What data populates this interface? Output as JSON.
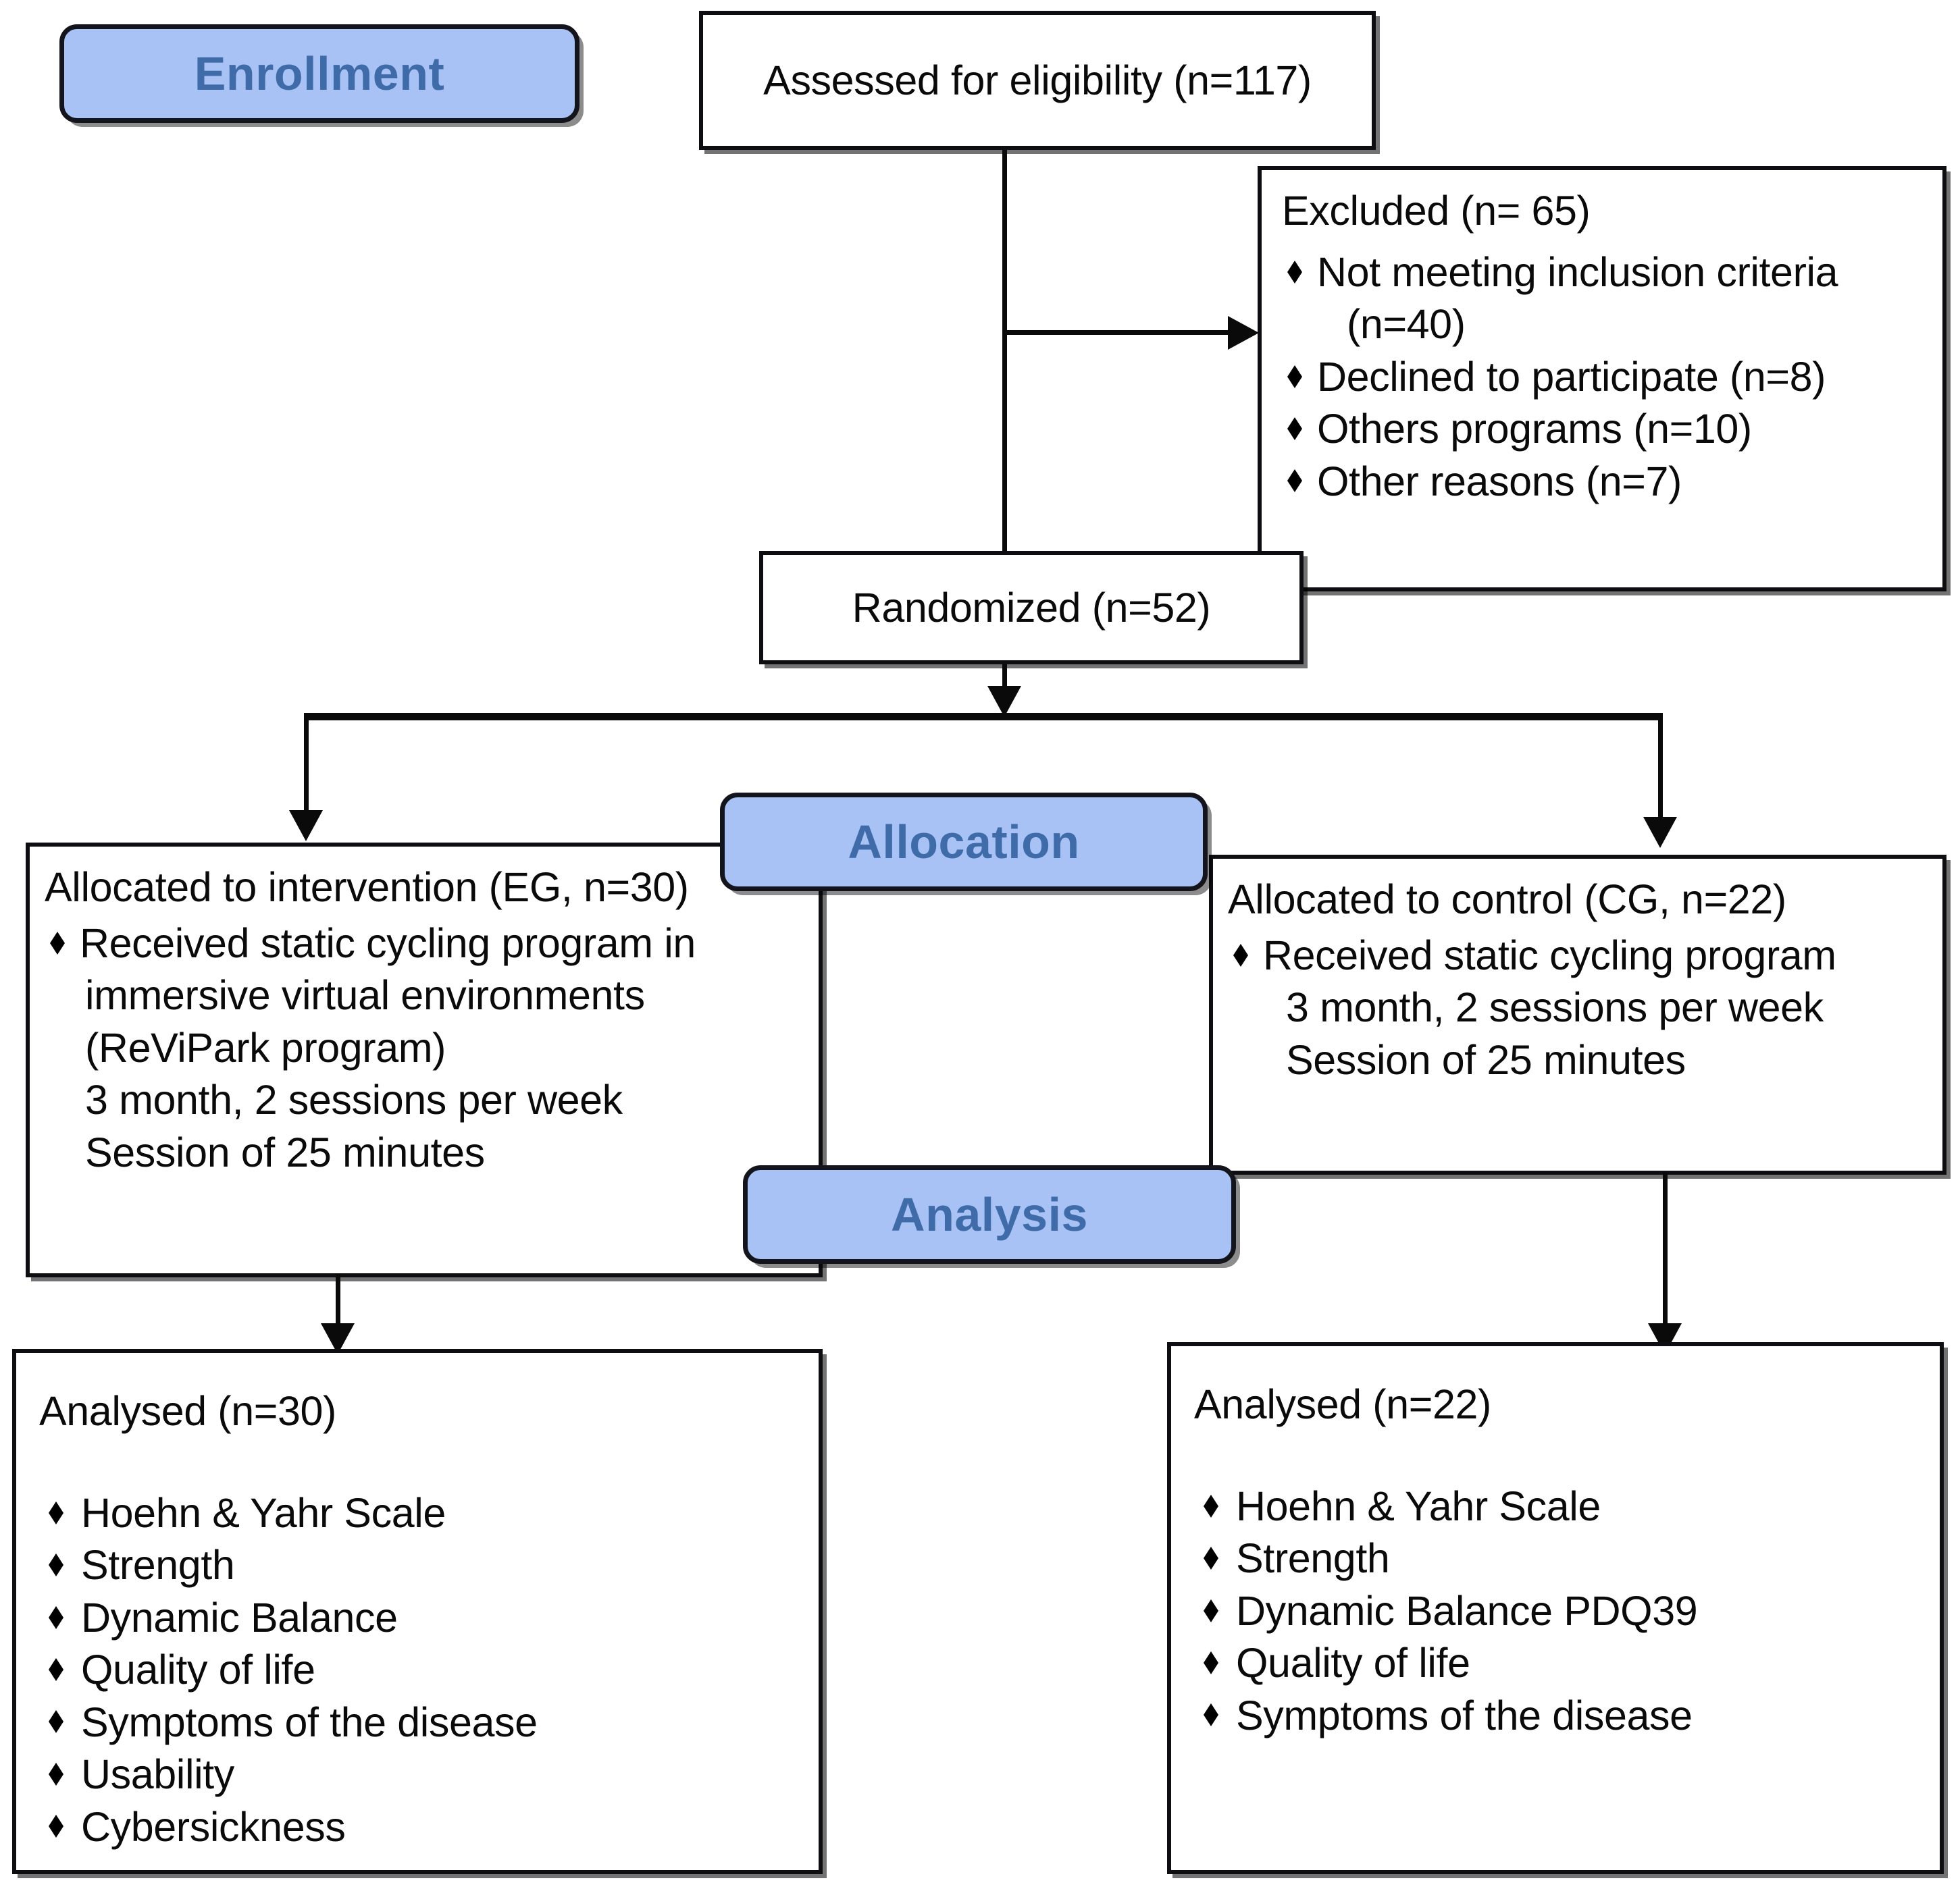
{
  "diagram": {
    "title": "CONSORT participant flow diagram",
    "accent_badge_fill": "#a8c2f5",
    "accent_badge_text": "#3f6ca8",
    "line_color": "#0a0a0a",
    "box_border_color": "#0d0d12",
    "background": "#ffffff"
  },
  "stages": {
    "enrollment": "Enrollment",
    "allocation": "Allocation",
    "analysis": "Analysis"
  },
  "nodes": {
    "assessed": {
      "label": "Assessed for eligibility (n=117)"
    },
    "excluded": {
      "heading": "Excluded (n= 65)",
      "items": [
        {
          "text": "Not meeting inclusion criteria",
          "cont": "(n=40)"
        },
        {
          "text": "Declined to participate (n=8)",
          "cont": ""
        },
        {
          "text": "Others programs (n=10)",
          "cont": ""
        },
        {
          "text": "Other reasons (n=7)",
          "cont": ""
        }
      ]
    },
    "randomized": {
      "label": "Randomized (n=52)"
    },
    "allocated_intervention": {
      "heading": "Allocated to intervention (EG, n=30)",
      "items": [
        {
          "text": "Received static cycling program in",
          "lines": [
            "immersive virtual environments",
            "(ReViPark program)",
            "3 month, 2 sessions per week",
            "Session of 25 minutes"
          ]
        }
      ]
    },
    "allocated_control": {
      "heading": "Allocated to control (CG, n=22)",
      "items": [
        {
          "text": "Received static cycling program",
          "lines": [
            "3 month, 2 sessions per week",
            "Session of 25 minutes"
          ]
        }
      ]
    },
    "analysed_intervention": {
      "heading": "Analysed (n=30)",
      "items": [
        "Hoehn & Yahr Scale",
        "Strength",
        "Dynamic Balance",
        "Quality of life",
        "Symptoms of the disease",
        "Usability",
        "Cybersickness"
      ]
    },
    "analysed_control": {
      "heading": "Analysed (n=22)",
      "items": [
        "Hoehn & Yahr Scale",
        "Strength",
        "Dynamic Balance PDQ39",
        "Quality of life",
        "Symptoms of the disease"
      ]
    }
  }
}
